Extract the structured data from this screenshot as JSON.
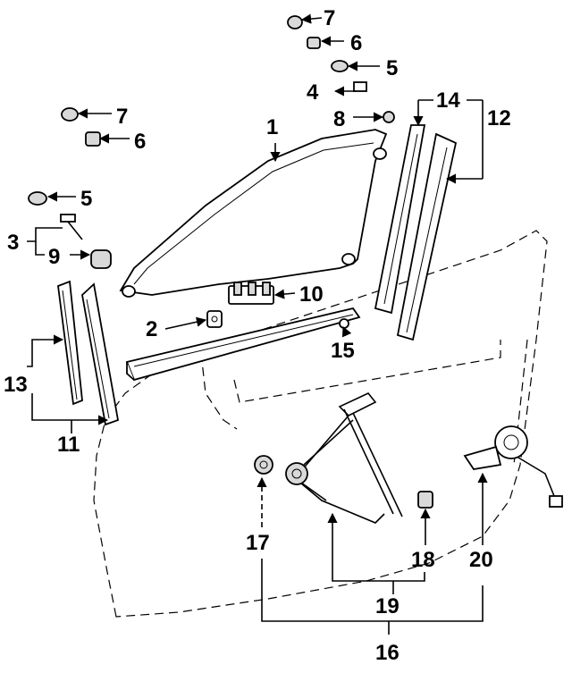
{
  "diagram": {
    "callouts": [
      {
        "id": "c1",
        "text": "1"
      },
      {
        "id": "c2",
        "text": "2"
      },
      {
        "id": "c3",
        "text": "3"
      },
      {
        "id": "c4",
        "text": "4"
      },
      {
        "id": "c5a",
        "text": "5"
      },
      {
        "id": "c5b",
        "text": "5"
      },
      {
        "id": "c6a",
        "text": "6"
      },
      {
        "id": "c6b",
        "text": "6"
      },
      {
        "id": "c7a",
        "text": "7"
      },
      {
        "id": "c7b",
        "text": "7"
      },
      {
        "id": "c8",
        "text": "8"
      },
      {
        "id": "c9",
        "text": "9"
      },
      {
        "id": "c10",
        "text": "10"
      },
      {
        "id": "c11",
        "text": "11"
      },
      {
        "id": "c12",
        "text": "12"
      },
      {
        "id": "c13",
        "text": "13"
      },
      {
        "id": "c14",
        "text": "14"
      },
      {
        "id": "c15",
        "text": "15"
      },
      {
        "id": "c16",
        "text": "16"
      },
      {
        "id": "c17",
        "text": "17"
      },
      {
        "id": "c18",
        "text": "18"
      },
      {
        "id": "c19",
        "text": "19"
      },
      {
        "id": "c20",
        "text": "20"
      }
    ]
  }
}
